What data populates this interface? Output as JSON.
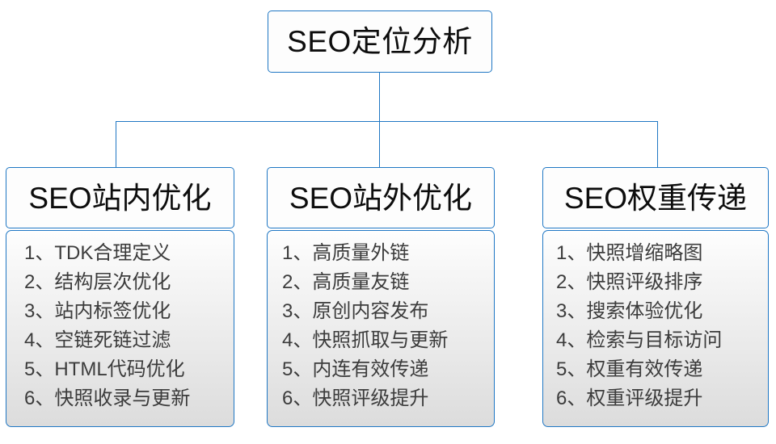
{
  "diagram": {
    "type": "org-tree",
    "root": {
      "label": "SEO定位分析"
    },
    "branches": [
      {
        "header": "SEO站内优化",
        "items": [
          "1、TDK合理定义",
          "2、结构层次优化",
          "3、站内标签优化",
          "4、空链死链过滤",
          "5、HTML代码优化",
          "6、快照收录与更新"
        ]
      },
      {
        "header": "SEO站外优化",
        "items": [
          "1、高质量外链",
          "2、高质量友链",
          "3、原创内容发布",
          "4、快照抓取与更新",
          "5、内连有效传递",
          "6、快照评级提升"
        ]
      },
      {
        "header": "SEO权重传递",
        "items": [
          "1、快照增缩略图",
          "2、快照评级排序",
          "3、搜索体验优化",
          "4、检索与目标访问",
          "5、权重有效传递",
          "6、权重评级提升"
        ]
      }
    ],
    "colors": {
      "border": "#1f77c4",
      "header_fill": "#fdfdfd",
      "list_fill_top": "#fefefe",
      "list_fill_bottom": "#dcdcdc",
      "header_text": "#0d0d0d",
      "item_text": "#3c3c3c",
      "background": "#ffffff"
    }
  }
}
